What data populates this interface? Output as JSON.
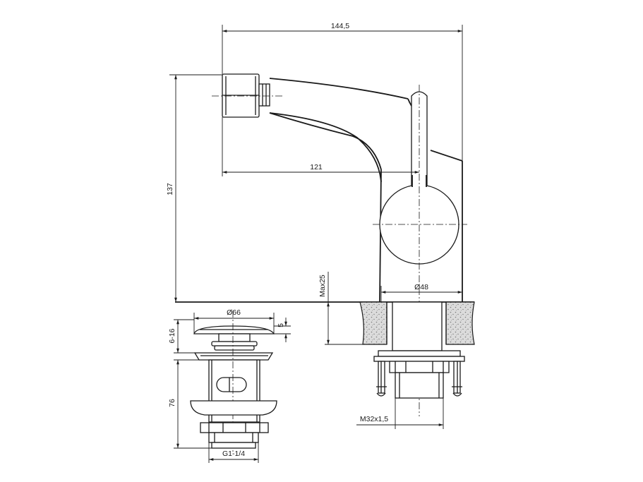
{
  "dimensions": {
    "total_length": "144,5",
    "spout_reach": "121",
    "height": "137",
    "max_thickness": "Max25",
    "base_diameter": "Ø48",
    "connector_thread": "M32x1,5",
    "waste_cap_diameter": "Ø66",
    "waste_cap_range": "6-16",
    "waste_cap_height": "5",
    "waste_length": "76",
    "waste_thread": "G1-1/4"
  }
}
